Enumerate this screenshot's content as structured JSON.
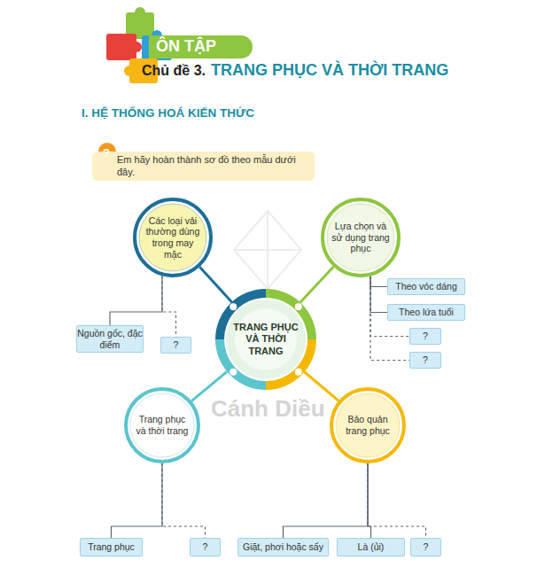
{
  "diagram": {
    "title": "TRANG PHỤC VÀ THỜI TRANG",
    "nodes": [
      {
        "text": [
          "Em hãy hoàn thành sơ đồ theo mẫu dưới đây."
        ]
      },
      {
        "text": [
          "TRANG PHỤC VÀ THỜI TRANG"
        ]
      },
      {
        "text": [
          "Các loại vải thường dùng trong may mặc"
        ]
      },
      {
        "text": [
          "Lựa chọn và sử dụng trang phục"
        ]
      },
      {
        "text": [
          "Trang phục và thời trang"
        ]
      },
      {
        "text": [
          "Bảo quản trang phục"
        ]
      },
      {
        "text": [
          "Nguồn gốc, đặc điểm"
        ]
      },
      {
        "text": [
          "?"
        ]
      },
      {
        "text": [
          "Theo vóc dáng"
        ]
      },
      {
        "text": [
          "Theo lứa tuổi"
        ]
      },
      {
        "text": [
          "?"
        ]
      },
      {
        "text": [
          "?"
        ]
      },
      {
        "text": [
          "Trang phục"
        ]
      },
      {
        "text": [
          "?"
        ]
      },
      {
        "text": [
          "Giặt, phơi hoặc sấy"
        ]
      },
      {
        "text": [
          "Là (ủi)"
        ]
      },
      {
        "text": [
          "?"
        ]
      }
    ],
    "edges": [
      {
        "from": 1,
        "to": 2,
        "arrow": "none"
      },
      {
        "from": 1,
        "to": 3,
        "arrow": "none"
      },
      {
        "from": 1,
        "to": 4,
        "arrow": "none"
      },
      {
        "from": 1,
        "to": 5,
        "arrow": "none"
      },
      {
        "from": 2,
        "to": 6,
        "arrow": "none"
      },
      {
        "from": 2,
        "to": 7,
        "arrow": "none"
      },
      {
        "from": 3,
        "to": 8,
        "arrow": "none"
      },
      {
        "from": 3,
        "to": 9,
        "arrow": "none"
      },
      {
        "from": 3,
        "to": 10,
        "arrow": "none"
      },
      {
        "from": 3,
        "to": 11,
        "arrow": "none"
      },
      {
        "from": 4,
        "to": 12,
        "arrow": "none"
      },
      {
        "from": 4,
        "to": 13,
        "arrow": "none"
      },
      {
        "from": 5,
        "to": 14,
        "arrow": "none"
      },
      {
        "from": 5,
        "to": 15,
        "arrow": "none"
      },
      {
        "from": 5,
        "to": 16,
        "arrow": "none"
      }
    ],
    "labels": [
      "ÔN TẬP",
      "Chủ đề 3.",
      "I. HỆ THỐNG HOÁ KIẾN THỨC",
      "?",
      "Cánh Diều"
    ]
  }
}
